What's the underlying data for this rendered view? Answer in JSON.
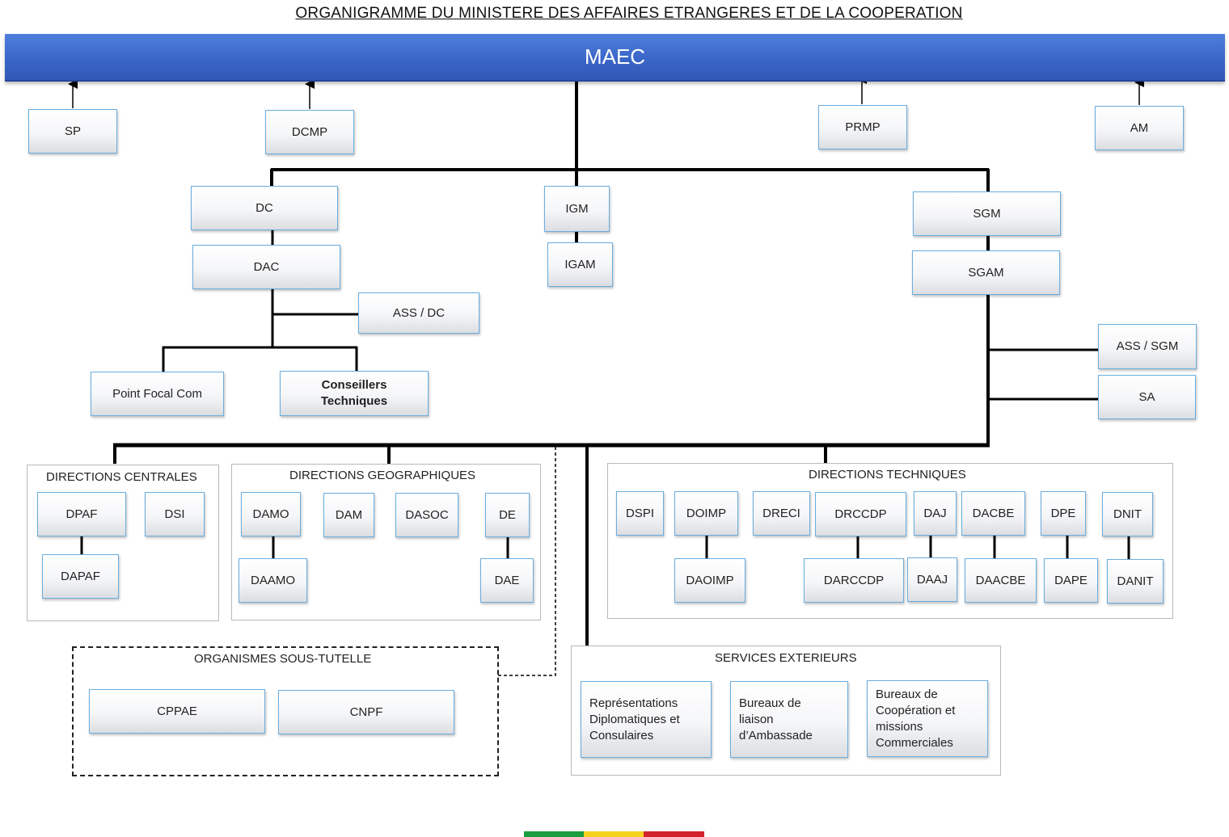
{
  "title": "ORGANIGRAMME DU MINISTERE DES AFFAIRES ETRANGERES ET DE LA COOPERATION",
  "top_node": "MAEC",
  "nodes": {
    "sp": "SP",
    "dcmp": "DCMP",
    "prmp": "PRMP",
    "am": "AM",
    "dc": "DC",
    "dac": "DAC",
    "ass_dc": "ASS / DC",
    "point_focal": "Point Focal Com",
    "conseillers": "Conseillers Techniques",
    "igm": "IGM",
    "igam": "IGAM",
    "sgm": "SGM",
    "sgam": "SGAM",
    "ass_sgm": "ASS / SGM",
    "sa": "SA"
  },
  "groups": {
    "centrales": {
      "label": "DIRECTIONS CENTRALES",
      "dpaf": "DPAF",
      "dsi": "DSI",
      "dapaf": "DAPAF"
    },
    "geographiques": {
      "label": "DIRECTIONS GEOGRAPHIQUES",
      "damo": "DAMO",
      "dam": "DAM",
      "dasoc": "DASOC",
      "de": "DE",
      "daamo": "DAAMO",
      "dae": "DAE"
    },
    "techniques": {
      "label": "DIRECTIONS TECHNIQUES",
      "dspi": "DSPI",
      "doimp": "DOIMP",
      "dreci": "DRECI",
      "drccdp": "DRCCDP",
      "daj": "DAJ",
      "dacbe": "DACBE",
      "dpe": "DPE",
      "dnit": "DNIT",
      "daoimp": "DAOIMP",
      "darccdp": "DARCCDP",
      "daaj": "DAAJ",
      "daacbe": "DAACBE",
      "dape": "DAPE",
      "danit": "DANIT"
    },
    "tutelle": {
      "label": "ORGANISMES SOUS-TUTELLE",
      "cppae": "CPPAE",
      "cnpf": "CNPF"
    },
    "exterieurs": {
      "label": "SERVICES EXTERIEURS",
      "representations": "Représentations Diplomatiques et Consulaires",
      "bureaux_liaison": "Bureaux de liaison d’Ambassade",
      "bureaux_cooperation": "Bureaux de Coopération et missions Commerciales"
    }
  },
  "colors": {
    "banner": "#3a66c8",
    "box_border": "#6aaee0",
    "connector": "#000000",
    "flag_green": "#1a9e3f",
    "flag_yellow": "#f4d21f",
    "flag_red": "#d2232a"
  }
}
